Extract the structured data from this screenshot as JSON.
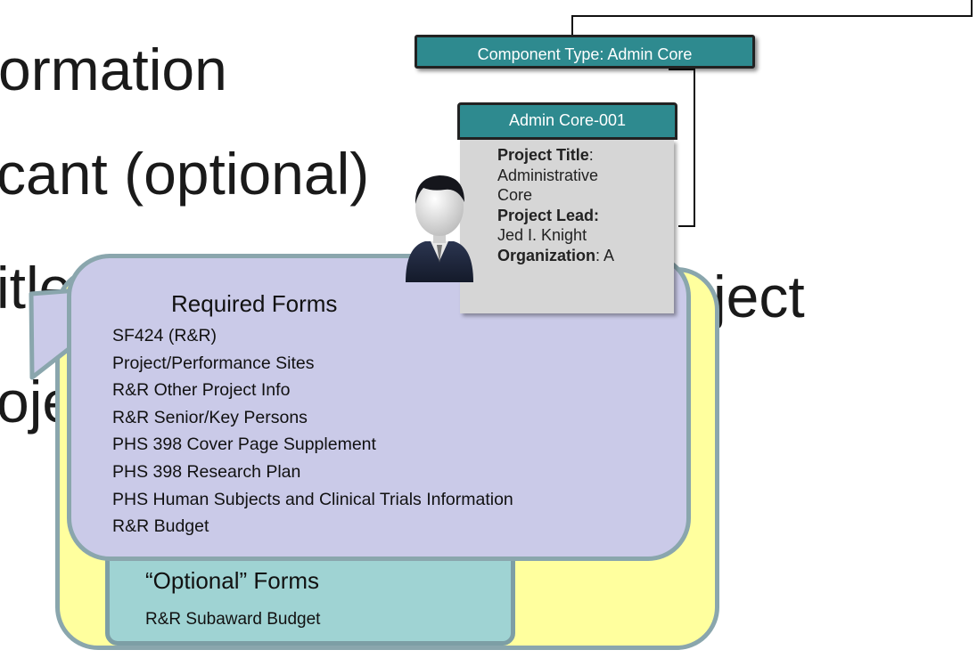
{
  "background_text": [
    "ormation",
    "cant (optional)",
    "itle",
    "ject",
    "oje"
  ],
  "component_type": "Component Type: Admin Core",
  "core_card": {
    "id": "Admin Core-001",
    "project_title_label": "Project Title",
    "project_title_sep": ":",
    "project_title_line1": "Administrative",
    "project_title_line2": "Core",
    "project_lead_label": "Project Lead:",
    "project_lead_value": "Jed I. Knight",
    "organization_label": "Organization",
    "organization_value": ": A"
  },
  "required_forms": {
    "title": "Required Forms",
    "items": [
      "SF424 (R&R)",
      "Project/Performance Sites",
      "R&R Other Project Info",
      "R&R Senior/Key Persons",
      "PHS 398 Cover  Page Supplement",
      "PHS 398 Research Plan",
      "PHS Human Subjects and Clinical Trials Information",
      "R&R Budget"
    ]
  },
  "optional_forms": {
    "title": "“Optional”  Forms",
    "items": [
      "R&R Subaward  Budget"
    ]
  },
  "colors": {
    "teal_header": "#2e8a8f",
    "card_body": "#d6d6d6",
    "required_bg": "#cacae8",
    "optional_bg": "#9fd3d3",
    "bubble_bg": "#ffff9e",
    "bubble_border": "#8aa6ad"
  },
  "icons": [
    "person-avatar-icon"
  ]
}
